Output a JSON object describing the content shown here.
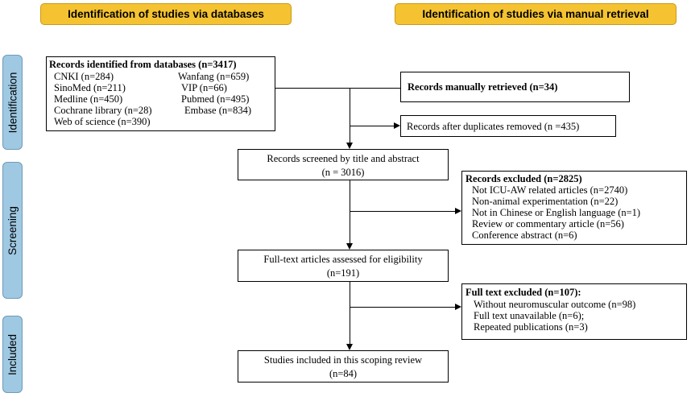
{
  "headers": {
    "databases": "Identification of studies via databases",
    "manual": "Identification of studies via manual retrieval"
  },
  "stages": {
    "identification": "Identification",
    "screening": "Screening",
    "included": "Included"
  },
  "records_db": {
    "title": "Records identified from databases (n=3417)",
    "items": [
      "CNKI (n=284)",
      "Wanfang (n=659)",
      "SinoMed (n=211)",
      "VIP (n=66)",
      "Medline (n=450)",
      "Pubmed (n=495)",
      "Cochrane library (n=28)",
      "Embase (n=834)",
      "Web of science (n=390)"
    ]
  },
  "manual_records": "Records manually retrieved (n=34)",
  "duplicates_removed": "Records after duplicates removed (n =435)",
  "screened": {
    "line1": "Records screened by title and abstract",
    "line2": "(n = 3016)"
  },
  "excluded": {
    "title": "Records excluded (n=2825)",
    "items": [
      "Not ICU-AW related articles (n=2740)",
      "Non-animal experimentation (n=22)",
      "Not in Chinese or English language (n=1)",
      "Review or commentary article (n=56)",
      "Conference abstract (n=6)"
    ]
  },
  "fulltext": {
    "line1": "Full-text articles assessed for eligibility",
    "line2": "(n=191)"
  },
  "fulltext_excluded": {
    "title": "Full text excluded (n=107):",
    "items": [
      "Without neuromuscular outcome (n=98)",
      "Full text unavailable (n=6);",
      "Repeated publications (n=3)"
    ]
  },
  "included": {
    "line1": "Studies included in this scoping review",
    "line2": "(n=84)"
  },
  "colors": {
    "header": "#f5c331",
    "stage": "#9fc9e3"
  }
}
